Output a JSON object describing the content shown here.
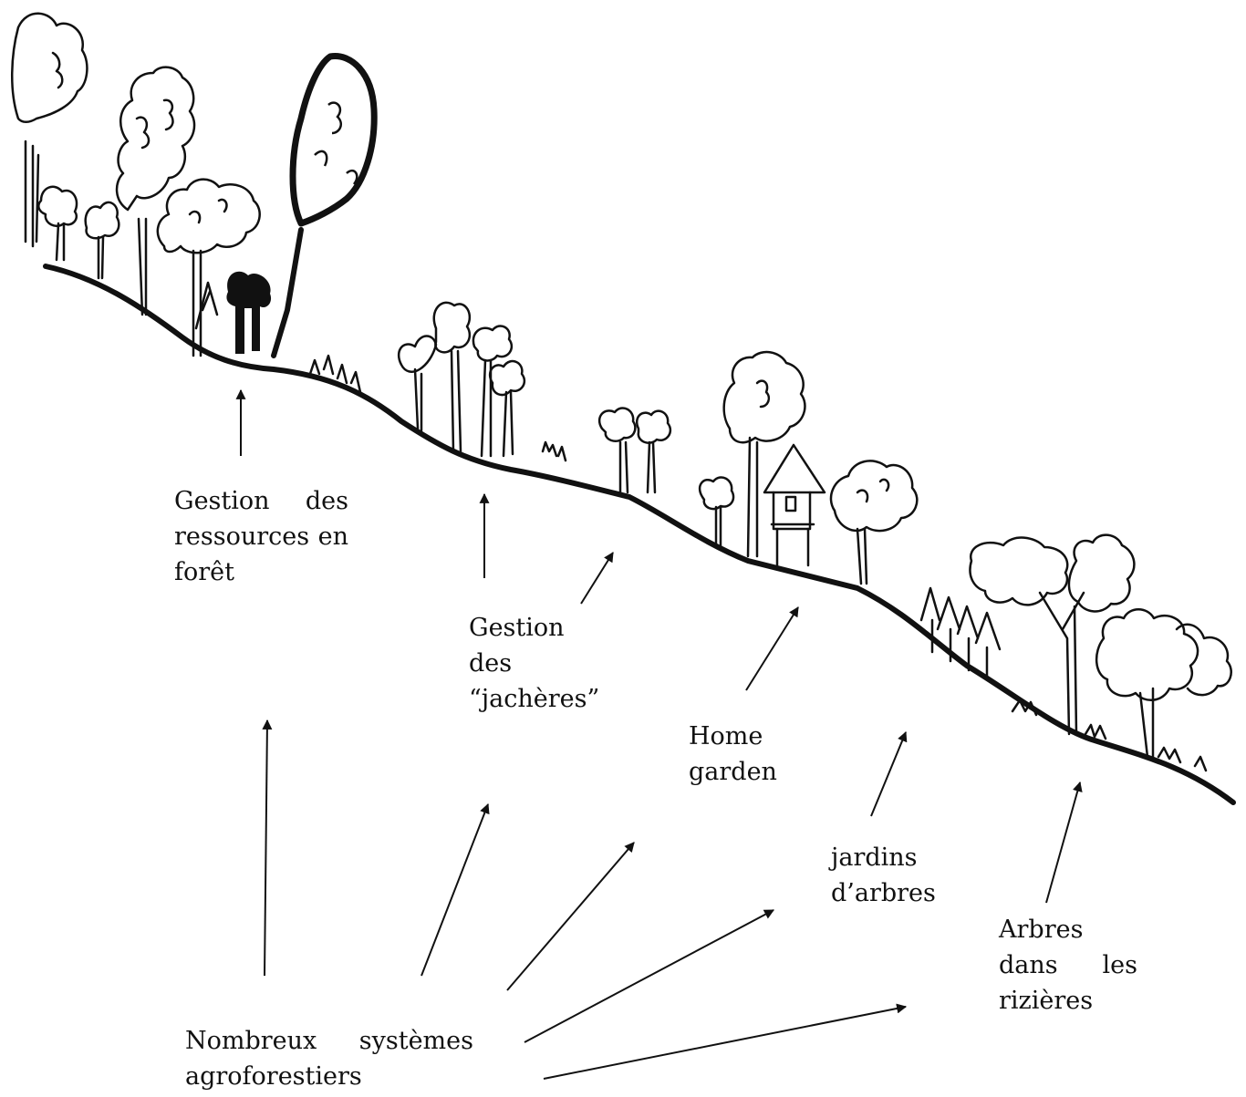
{
  "labels": {
    "forest": {
      "row1": [
        "Gestion",
        "des"
      ],
      "row2": [
        "ressources",
        "en"
      ],
      "row3": "forêt"
    },
    "fallow": [
      "Gestion",
      "des",
      "“jachères”"
    ],
    "home_garden": [
      "Home",
      "garden"
    ],
    "tree_gardens": [
      "jardins",
      "d’arbres"
    ],
    "rice_fields": {
      "row1": "Arbres",
      "row2": [
        "dans",
        "les"
      ],
      "row3": "rizières"
    },
    "systems": {
      "row1": [
        "Nombreux",
        "systèmes"
      ],
      "row2": "agroforestiers"
    }
  },
  "colors": {
    "ink": "#111111",
    "paper": "#ffffff"
  }
}
